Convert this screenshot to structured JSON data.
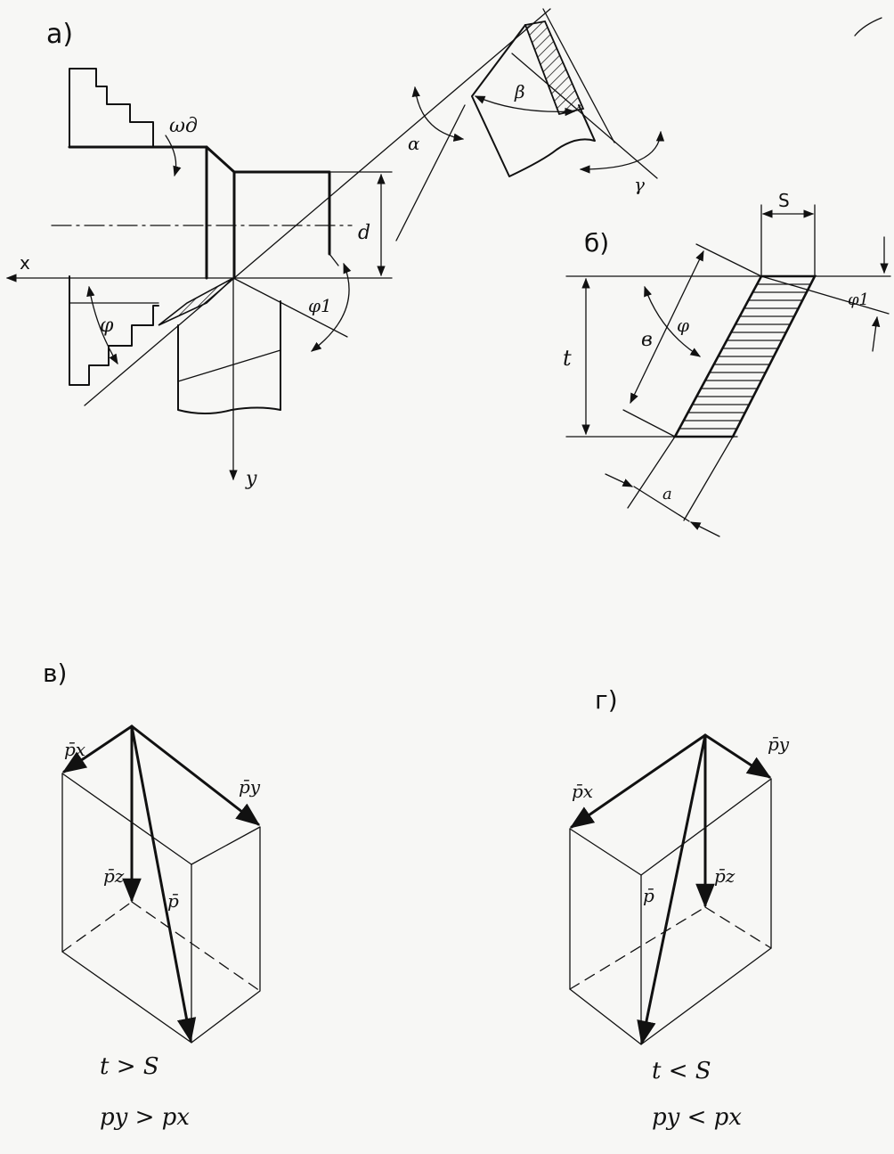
{
  "panels": {
    "a": {
      "label": "а)",
      "omega": "ωд",
      "x_axis": "x",
      "y_axis": "y",
      "diameter": "d",
      "phi": "φ",
      "phi1": "φ1",
      "alpha": "α",
      "beta": "β",
      "gamma": "γ"
    },
    "b": {
      "label": "б)",
      "feed": "S",
      "depth": "t",
      "width": "в",
      "phi": "φ",
      "phi1": "φ1",
      "thickness": "a"
    },
    "v": {
      "label": "в)",
      "px": "p̄x",
      "py": "p̄y",
      "pz": "p̄z",
      "p": "p̄",
      "cond1": "t > S",
      "cond2": "py > px"
    },
    "g": {
      "label": "г)",
      "px": "p̄x",
      "py": "p̄y",
      "pz": "p̄z",
      "p": "p̄",
      "cond1": "t < S",
      "cond2": "py < px"
    }
  },
  "colors": {
    "ink": "#111111",
    "paper": "#f7f7f5"
  }
}
